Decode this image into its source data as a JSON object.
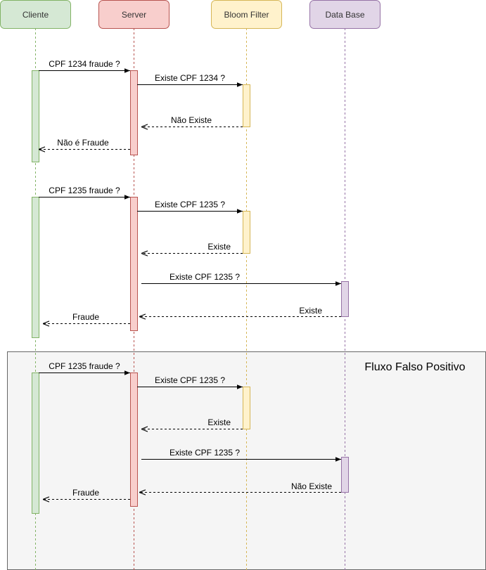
{
  "participants": [
    {
      "id": "cliente",
      "label": "Cliente",
      "fill": "#d5e8d4",
      "stroke": "#82b366"
    },
    {
      "id": "server",
      "label": "Server",
      "fill": "#f8cecc",
      "stroke": "#b85450"
    },
    {
      "id": "bloom",
      "label": "Bloom Filter",
      "fill": "#fff2cc",
      "stroke": "#d6b656"
    },
    {
      "id": "db",
      "label": "Data Base",
      "fill": "#e1d5e7",
      "stroke": "#9673a6"
    }
  ],
  "frame": {
    "title": "Fluxo Falso Positivo",
    "fill": "#f5f5f5",
    "stroke": "#666666"
  },
  "flows": [
    {
      "name": "flow-1",
      "messages": [
        {
          "text": "CPF 1234 fraude ?",
          "from": "cliente",
          "to": "server",
          "kind": "sync"
        },
        {
          "text": "Existe CPF 1234 ?",
          "from": "server",
          "to": "bloom",
          "kind": "sync"
        },
        {
          "text": "Não Existe",
          "from": "bloom",
          "to": "server",
          "kind": "return"
        },
        {
          "text": "Não é Fraude",
          "from": "server",
          "to": "cliente",
          "kind": "return"
        }
      ]
    },
    {
      "name": "flow-2",
      "messages": [
        {
          "text": "CPF 1235 fraude ?",
          "from": "cliente",
          "to": "server",
          "kind": "sync"
        },
        {
          "text": "Existe CPF 1235 ?",
          "from": "server",
          "to": "bloom",
          "kind": "sync"
        },
        {
          "text": "Existe",
          "from": "bloom",
          "to": "server",
          "kind": "return"
        },
        {
          "text": "Existe CPF 1235 ?",
          "from": "server",
          "to": "db",
          "kind": "sync"
        },
        {
          "text": "Existe",
          "from": "db",
          "to": "server",
          "kind": "return"
        },
        {
          "text": "Fraude",
          "from": "server",
          "to": "cliente",
          "kind": "return"
        }
      ]
    },
    {
      "name": "flow-3",
      "messages": [
        {
          "text": "CPF 1235 fraude ?",
          "from": "cliente",
          "to": "server",
          "kind": "sync"
        },
        {
          "text": "Existe CPF 1235 ?",
          "from": "server",
          "to": "bloom",
          "kind": "sync"
        },
        {
          "text": "Existe",
          "from": "bloom",
          "to": "server",
          "kind": "return"
        },
        {
          "text": "Existe CPF 1235 ?",
          "from": "server",
          "to": "db",
          "kind": "sync"
        },
        {
          "text": "Não Existe",
          "from": "db",
          "to": "server",
          "kind": "return"
        },
        {
          "text": "Fraude",
          "from": "server",
          "to": "cliente",
          "kind": "return"
        }
      ]
    }
  ]
}
